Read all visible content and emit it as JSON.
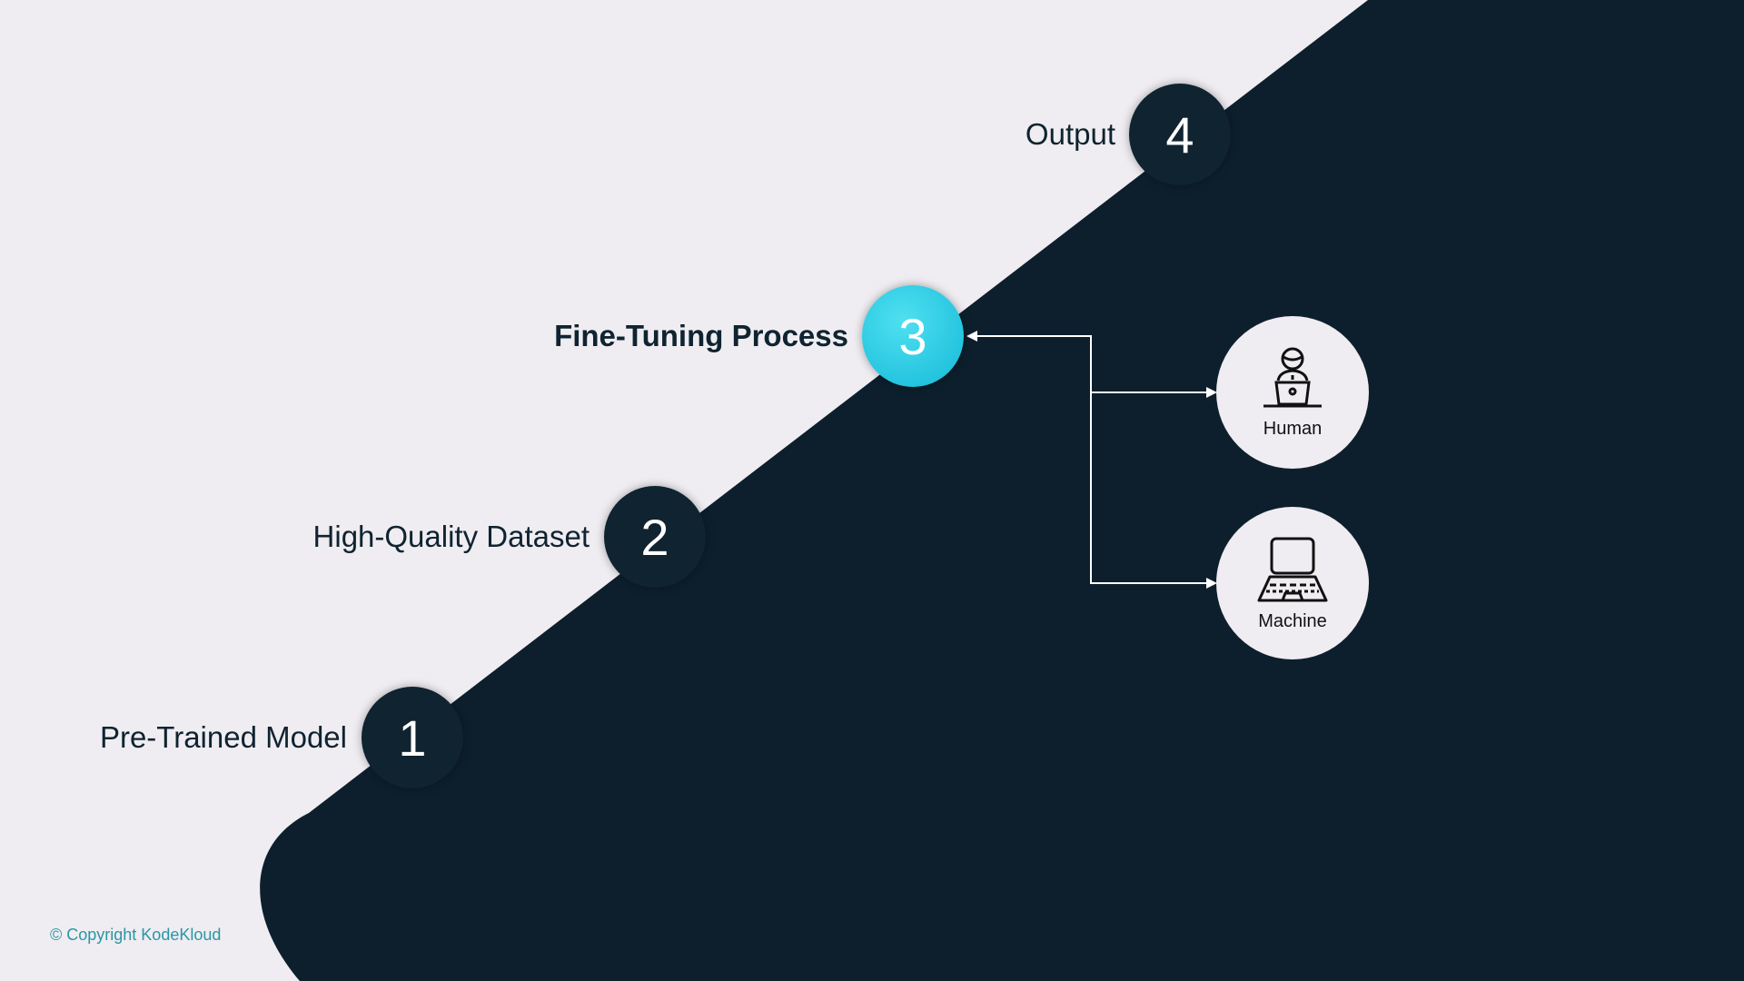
{
  "steps": [
    {
      "number": "1",
      "label": "Pre-Trained Model"
    },
    {
      "number": "2",
      "label": "High-Quality Dataset"
    },
    {
      "number": "3",
      "label": "Fine-Tuning Process"
    },
    {
      "number": "4",
      "label": "Output"
    }
  ],
  "options": [
    {
      "label": "Human",
      "icon": "person-laptop-icon"
    },
    {
      "label": "Machine",
      "icon": "laptop-icon"
    }
  ],
  "copyright": "© Copyright KodeKloud",
  "colors": {
    "dark": "#0d1f2d",
    "light": "#efedf1",
    "accent": "#1ec4df",
    "copyright": "#2a96a6"
  }
}
